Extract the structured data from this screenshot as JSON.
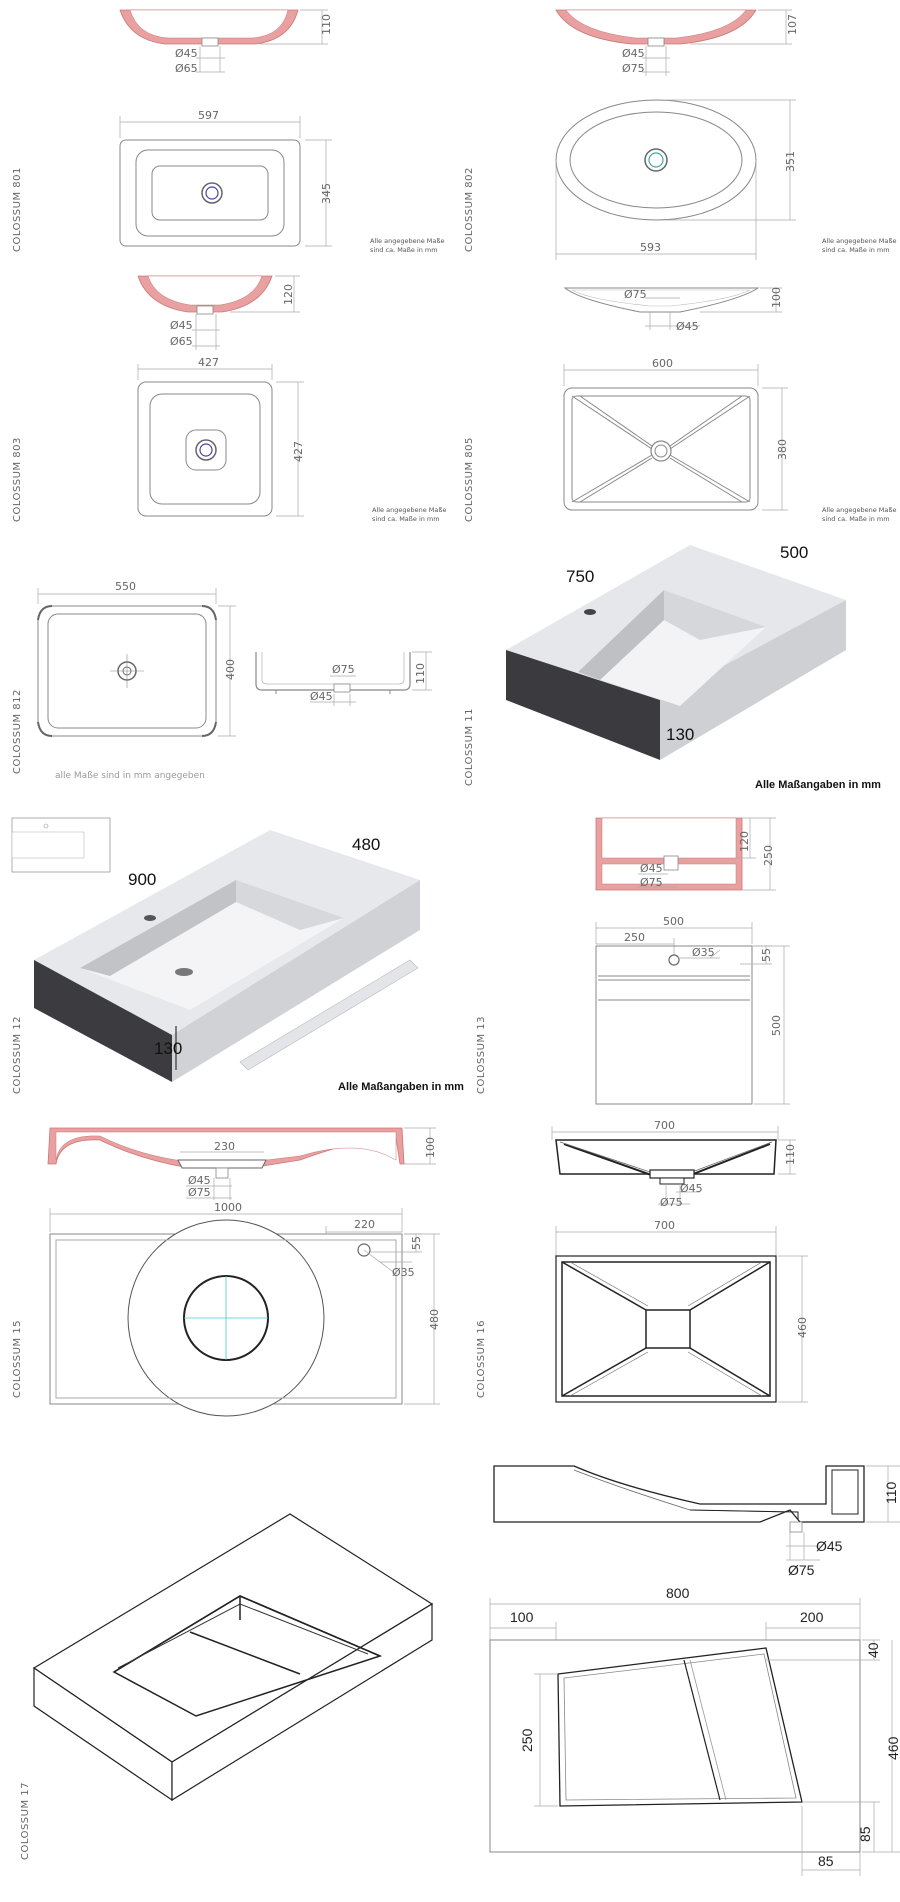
{
  "products": {
    "c801": {
      "label": "COLOSSUM 801",
      "depth": "110",
      "d1": "Ø45",
      "d2": "Ø65",
      "width": "597",
      "height": "345",
      "note1": "Alle angegebene Maße",
      "note2": "sind ca. Maße in mm"
    },
    "c802": {
      "label": "COLOSSUM 802",
      "depth": "107",
      "d1": "Ø45",
      "d2": "Ø75",
      "width": "593",
      "height": "351",
      "note1": "Alle angegebene Maße",
      "note2": "sind ca. Maße in mm"
    },
    "c803": {
      "label": "COLOSSUM 803",
      "depth": "120",
      "d1": "Ø45",
      "d2": "Ø65",
      "width": "427",
      "height": "427",
      "note1": "Alle angegebene Maße",
      "note2": "sind ca. Maße in mm"
    },
    "c805": {
      "label": "COLOSSUM 805",
      "depth": "100",
      "d1": "Ø75",
      "d2": "Ø45",
      "width": "600",
      "height": "380",
      "note1": "Alle angegebene Maße",
      "note2": "sind ca. Maße in mm"
    },
    "c812": {
      "label": "COLOSSUM 812",
      "width": "550",
      "height": "400",
      "depth": "110",
      "d1": "Ø75",
      "d2": "Ø45",
      "note": "alle Maße sind in mm angegeben"
    },
    "c11": {
      "label": "COLOSSUM 11",
      "width": "750",
      "depth": "500",
      "height": "130",
      "note": "Alle Maßangaben in mm"
    },
    "c12": {
      "label": "COLOSSUM 12",
      "width": "900",
      "depth": "480",
      "height": "130",
      "note": "Alle Maßangaben in mm"
    },
    "c13": {
      "label": "COLOSSUM 13",
      "inner": "120",
      "height": "250",
      "d1": "Ø45",
      "d2": "Ø75",
      "width": "500",
      "offset": "250",
      "hole": "Ø35",
      "edge": "55",
      "depth": "500"
    },
    "c15": {
      "label": "COLOSSUM 15",
      "channel": "230",
      "depth": "100",
      "d1": "Ø45",
      "d2": "Ø75",
      "width": "1000",
      "offset": "220",
      "edge": "55",
      "hole": "Ø35",
      "height": "480"
    },
    "c16": {
      "label": "COLOSSUM 16",
      "width_side": "700",
      "depth": "110",
      "d1": "Ø45",
      "d2": "Ø75",
      "width_top": "700",
      "height": "460"
    },
    "c17": {
      "label": "COLOSSUM 17",
      "depth": "110",
      "d1": "Ø45",
      "d2": "Ø75",
      "width": "800",
      "left": "100",
      "right": "200",
      "edge": "40",
      "inner": "250",
      "height": "460",
      "bottom": "85",
      "corner": "85"
    }
  }
}
